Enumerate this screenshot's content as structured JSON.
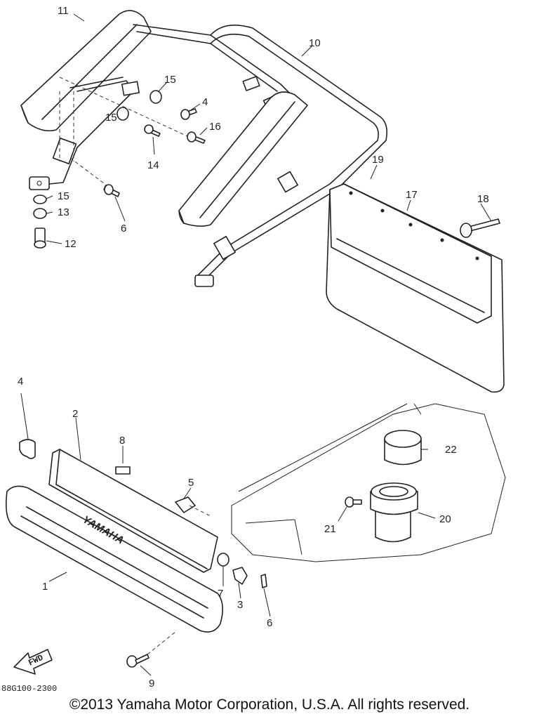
{
  "diagram": {
    "callouts": [
      "1",
      "2",
      "3",
      "4",
      "5",
      "6",
      "7",
      "8",
      "9",
      "10",
      "11",
      "12",
      "13",
      "14",
      "15",
      "16",
      "17",
      "18",
      "19",
      "20",
      "21",
      "22"
    ],
    "brand_text": "YAMAHA",
    "arrow_label": "FWD",
    "drawing_code": "88G100-2300"
  },
  "footer": {
    "copyright": "©2013 Yamaha Motor Corporation, U.S.A. All rights reserved."
  }
}
